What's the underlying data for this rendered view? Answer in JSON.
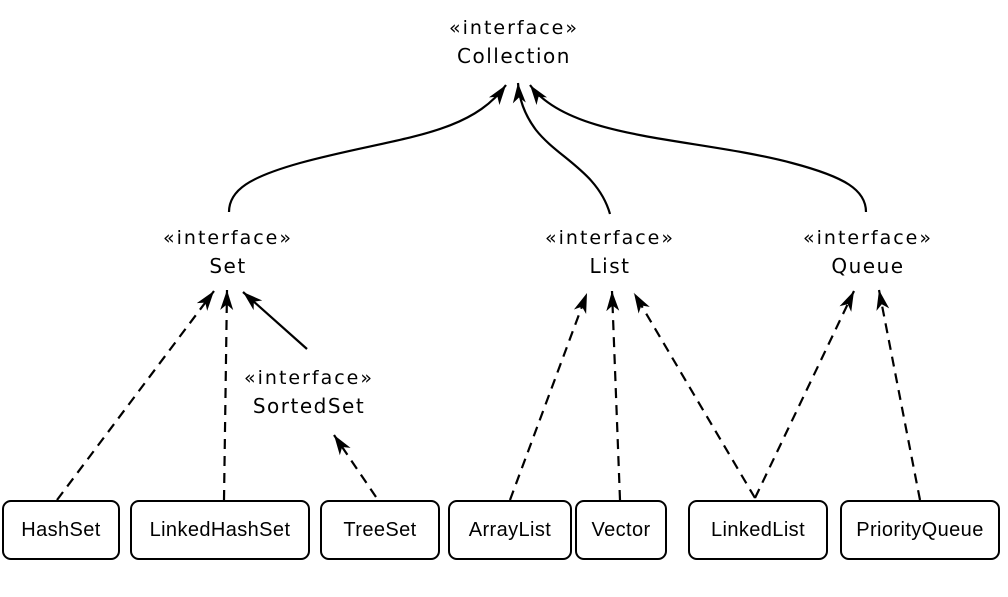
{
  "nodes": {
    "collection": {
      "stereotype": "«interface»",
      "name": "Collection"
    },
    "set": {
      "stereotype": "«interface»",
      "name": "Set"
    },
    "sortedSet": {
      "stereotype": "«interface»",
      "name": "SortedSet"
    },
    "list": {
      "stereotype": "«interface»",
      "name": "List"
    },
    "queue": {
      "stereotype": "«interface»",
      "name": "Queue"
    },
    "classes": [
      {
        "name": "HashSet"
      },
      {
        "name": "LinkedHashSet"
      },
      {
        "name": "TreeSet"
      },
      {
        "name": "ArrayList"
      },
      {
        "name": "Vector"
      },
      {
        "name": "LinkedList"
      },
      {
        "name": "PriorityQueue"
      }
    ]
  },
  "edges": [
    {
      "from": "Set",
      "to": "Collection",
      "line": "solid",
      "arrow": "filled"
    },
    {
      "from": "List",
      "to": "Collection",
      "line": "solid",
      "arrow": "filled"
    },
    {
      "from": "Queue",
      "to": "Collection",
      "line": "solid",
      "arrow": "filled"
    },
    {
      "from": "SortedSet",
      "to": "Set",
      "line": "solid",
      "arrow": "filled"
    },
    {
      "from": "HashSet",
      "to": "Set",
      "line": "dashed",
      "arrow": "filled"
    },
    {
      "from": "LinkedHashSet",
      "to": "Set",
      "line": "dashed",
      "arrow": "filled"
    },
    {
      "from": "TreeSet",
      "to": "SortedSet",
      "line": "dashed",
      "arrow": "filled"
    },
    {
      "from": "ArrayList",
      "to": "List",
      "line": "dashed",
      "arrow": "filled"
    },
    {
      "from": "Vector",
      "to": "List",
      "line": "dashed",
      "arrow": "filled"
    },
    {
      "from": "LinkedList",
      "to": "List",
      "line": "dashed",
      "arrow": "filled"
    },
    {
      "from": "LinkedList",
      "to": "Queue",
      "line": "dashed",
      "arrow": "filled"
    },
    {
      "from": "PriorityQueue",
      "to": "Queue",
      "line": "dashed",
      "arrow": "filled"
    }
  ],
  "colors": {
    "background": "#ffffff",
    "line": "#000000",
    "text": "#000000",
    "box_fill": "#ffffff",
    "box_border": "#000000"
  }
}
